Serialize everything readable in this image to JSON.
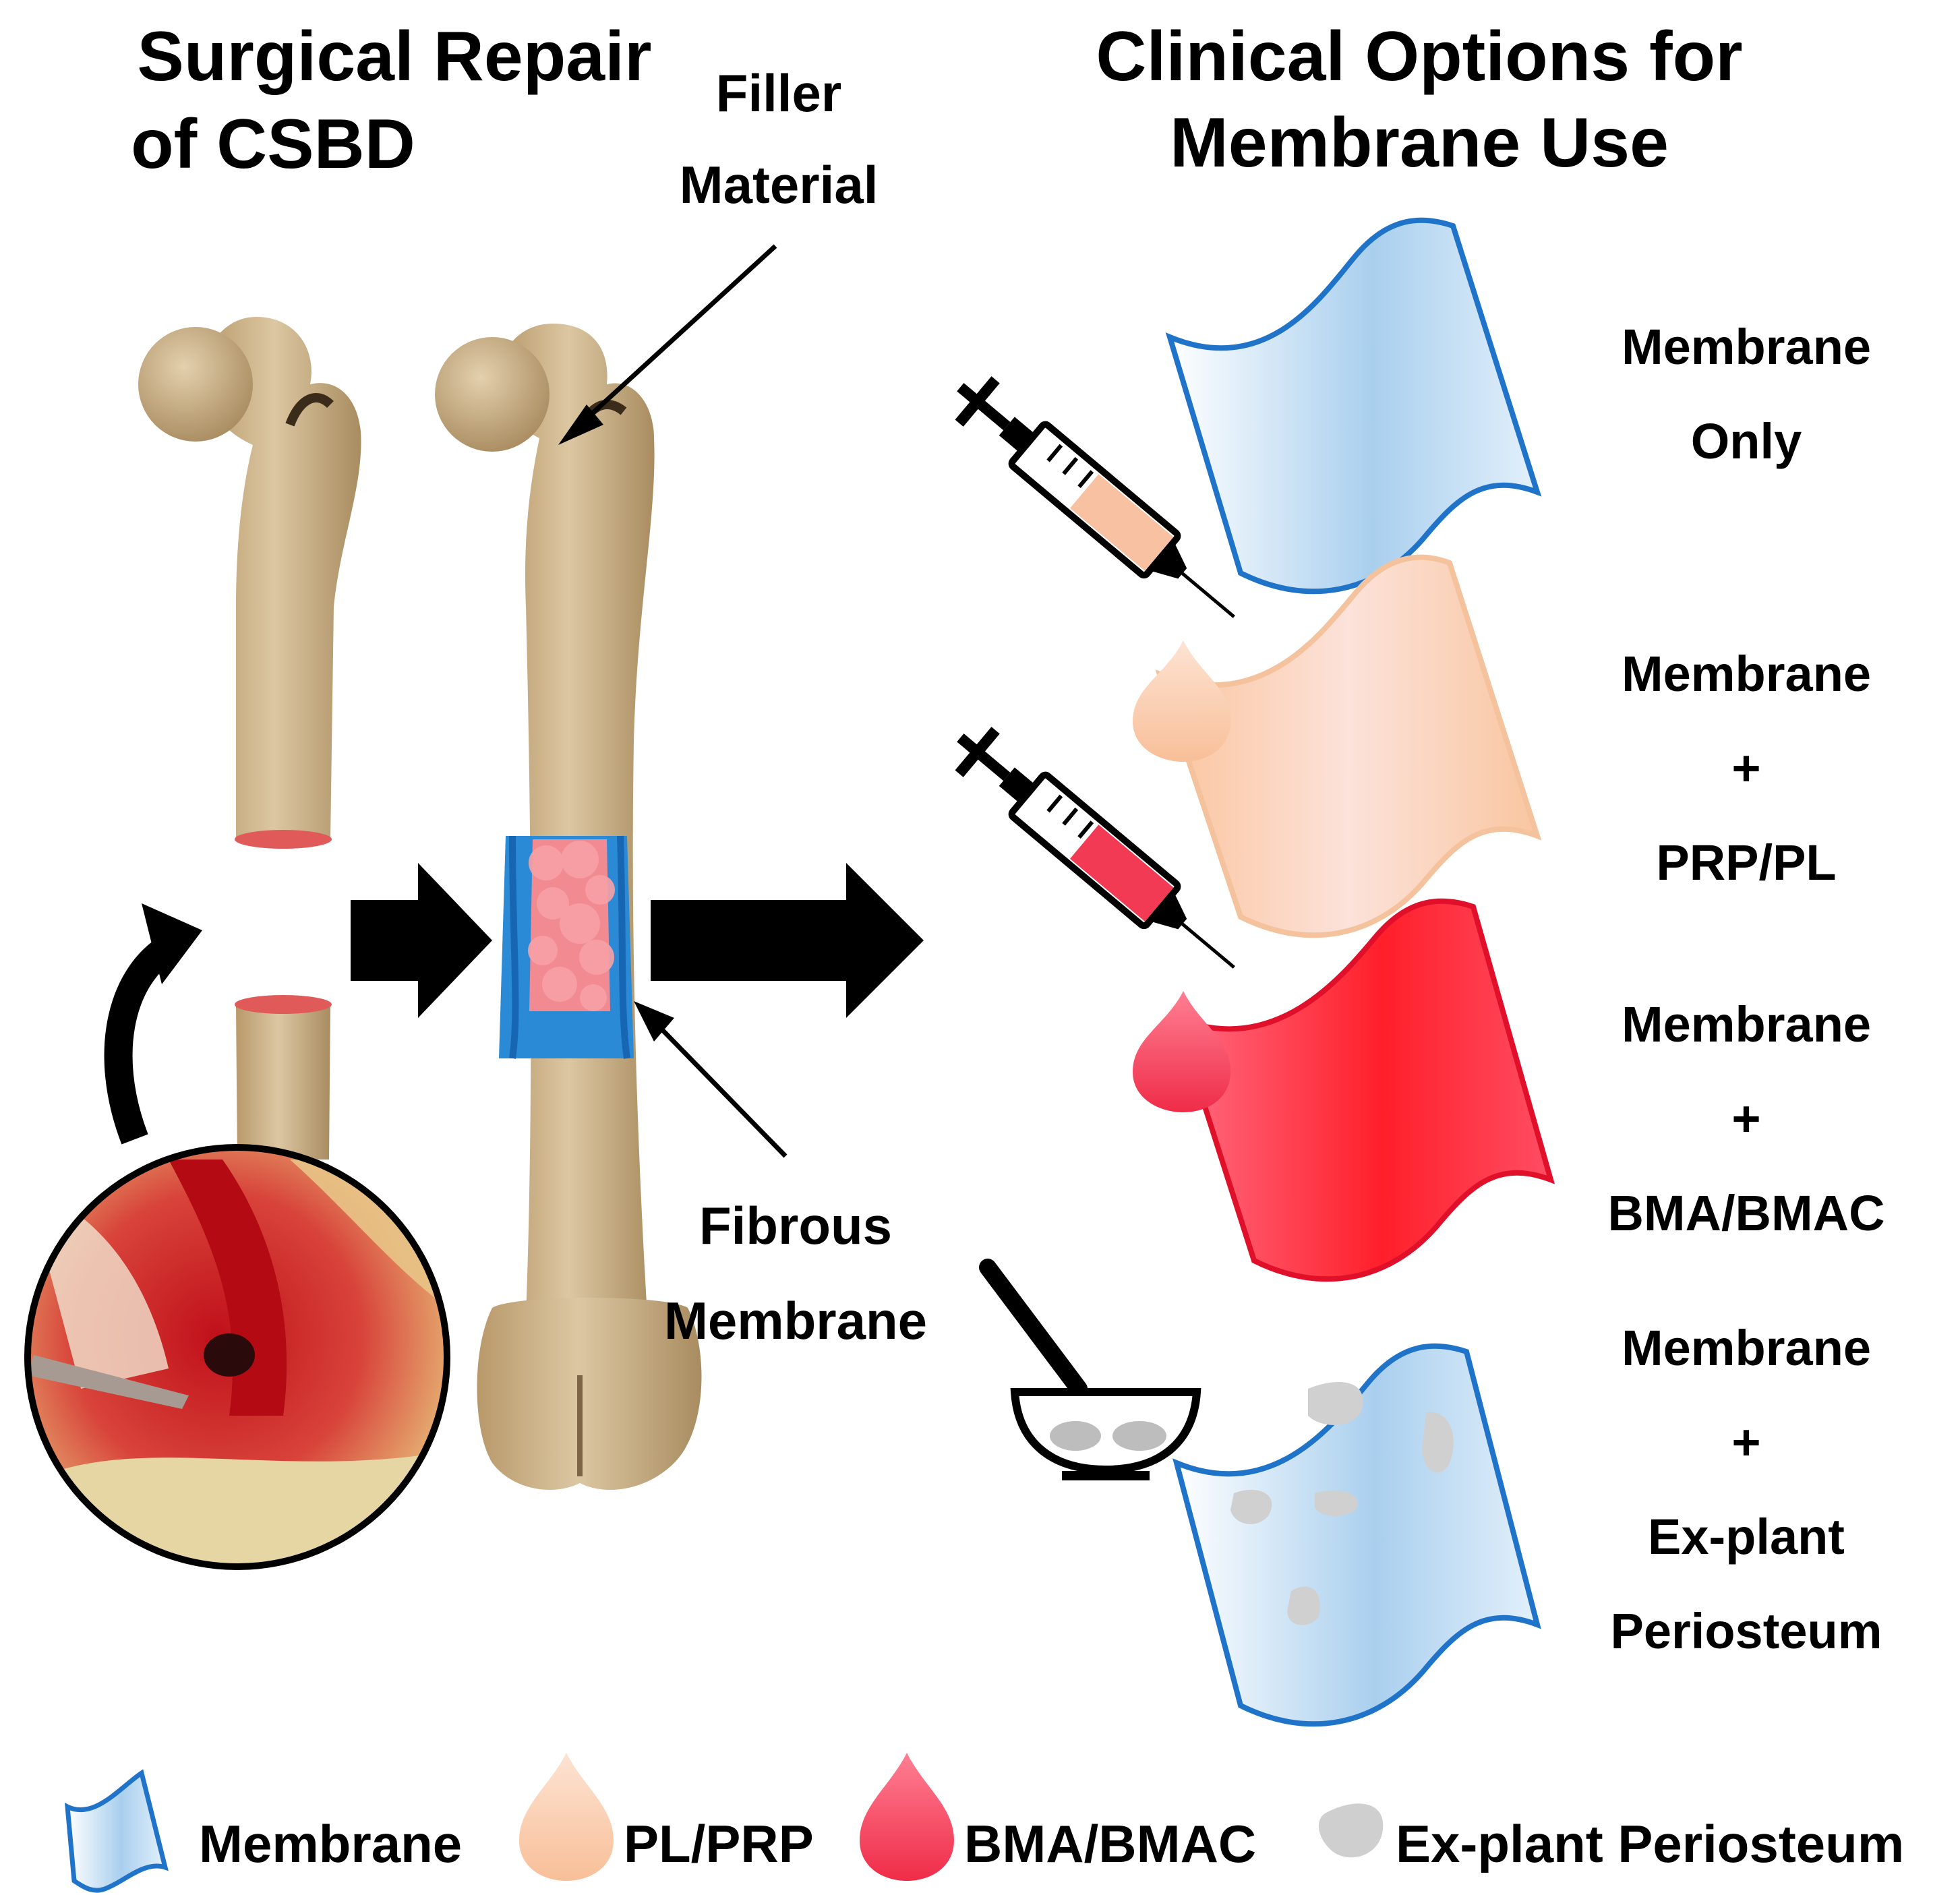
{
  "left_panel": {
    "title_line1": "Surgical Repair",
    "title_line2": "of CSBD",
    "filler_line1": "Filler",
    "filler_line2": "Material",
    "fibrous_line1": "Fibrous",
    "fibrous_line2": "Membrane"
  },
  "right_panel": {
    "title_line1": "Clinical Options for",
    "title_line2": "Membrane Use",
    "options": [
      {
        "lines": [
          "Membrane",
          "Only"
        ],
        "color": "#9ec9eb"
      },
      {
        "lines": [
          "Membrane",
          "+",
          "PRP/PL"
        ],
        "color": "#f9c9a6"
      },
      {
        "lines": [
          "Membrane",
          "+",
          "BMA/BMAC"
        ],
        "color": "#f2284a"
      },
      {
        "lines": [
          "Membrane",
          "+",
          "Ex-plant",
          "Periosteum"
        ],
        "color": "#9ec9eb"
      }
    ]
  },
  "legend": {
    "items": [
      {
        "label": "Membrane",
        "icon": "membrane-icon",
        "color": "#9ec9eb"
      },
      {
        "label": "PL/PRP",
        "icon": "plprp-drop-icon",
        "color": "#f9c4a0"
      },
      {
        "label": "BMA/BMAC",
        "icon": "bmabmac-drop-icon",
        "color": "#f23a55"
      },
      {
        "label": "Ex-plant Periosteum",
        "icon": "periosteum-chip-icon",
        "color": "#c8c8c8"
      }
    ]
  },
  "colors": {
    "membrane_stroke": "#1f73c9",
    "bone": "#c8ae85",
    "bone_cut": "#e05a5a",
    "filler": "#f07f86",
    "sleeve": "#1e7fd0"
  }
}
